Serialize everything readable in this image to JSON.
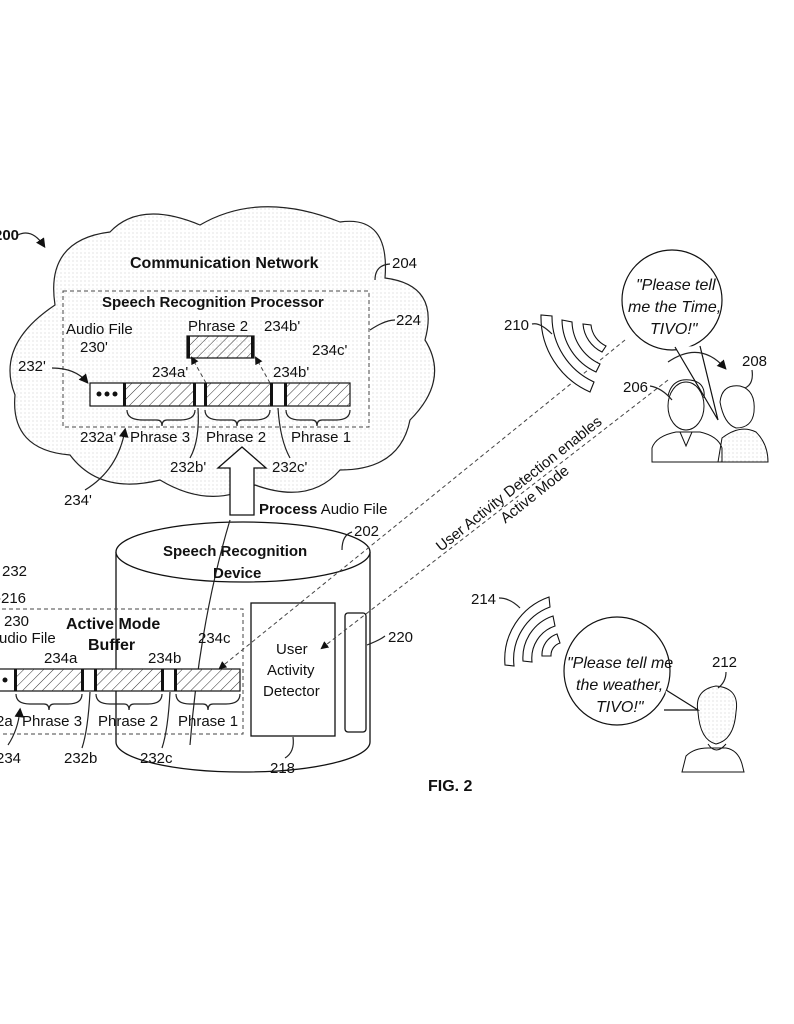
{
  "figure": {
    "caption": "FIG. 2",
    "system_ref": "200",
    "network": {
      "title": "Communication Network",
      "ref": "204"
    },
    "processor": {
      "title": "Speech Recognition Processor",
      "ref": "224",
      "audio_file_label": "Audio File",
      "audio_ref": "230'",
      "file_ref": "232'",
      "header_ref": "232a'",
      "boundary_b_ref": "232b'",
      "boundary_c_ref": "232c'",
      "segment_refs": [
        "234a'",
        "234b'",
        "234c'"
      ],
      "phrase_group_ref": "234'",
      "phrases": [
        "Phrase 3",
        "Phrase 2",
        "Phrase 1"
      ],
      "extracted_phrase": {
        "label": "Phrase 2",
        "ref": "234b'"
      }
    },
    "process_arrow": {
      "bold": "Process",
      "rest": " Audio File"
    },
    "device": {
      "title_line1": "Speech Recognition",
      "title_line2": "Device",
      "ref": "202",
      "detector": {
        "line1": "User",
        "line2": "Activity",
        "line3": "Detector",
        "ref": "218"
      },
      "sensor_ref": "220"
    },
    "buffer": {
      "title_line1": "Active Mode",
      "title_line2": "Buffer",
      "ref": "216",
      "file_ref": "232",
      "audio_ref": "230",
      "audio_file_label": "udio File",
      "header_ref": "2a",
      "boundary_b_ref": "232b",
      "boundary_c_ref": "232c",
      "segment_refs": [
        "234a",
        "234b",
        "234c"
      ],
      "phrase_group_ref": "234",
      "phrases": [
        "Phrase 3",
        "Phrase 2",
        "Phrase 1"
      ]
    },
    "detection_text": {
      "line1": "User Activity Detection enables",
      "line2": "Active Mode"
    },
    "users": {
      "pair": {
        "speech": [
          "\"Please tell",
          "me the Time,",
          "TIVO!\""
        ],
        "speaker_ref": "206",
        "listener_ref": "208",
        "wave_ref": "210"
      },
      "single": {
        "speech": [
          "\"Please tell me",
          "the weather,",
          "TIVO!\""
        ],
        "speaker_ref": "212",
        "wave_ref": "214"
      }
    }
  }
}
